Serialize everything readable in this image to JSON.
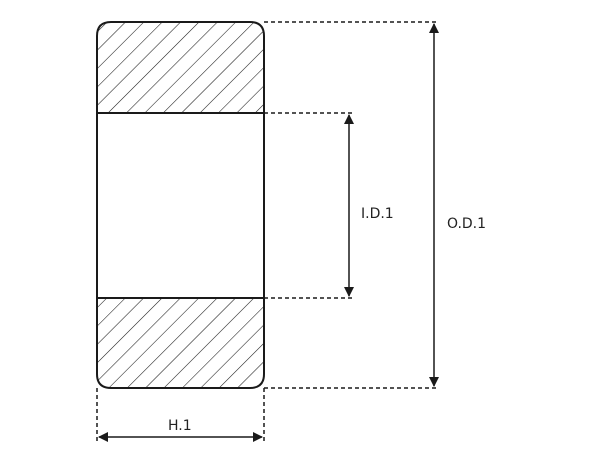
{
  "diagram": {
    "type": "bearing-cross-section",
    "labels": {
      "inner_diameter": "I.D.1",
      "outer_diameter": "O.D.1",
      "height": "H.1"
    },
    "colors": {
      "stroke": "#1a1a1a",
      "label": "#222222",
      "background": "#ffffff"
    }
  }
}
